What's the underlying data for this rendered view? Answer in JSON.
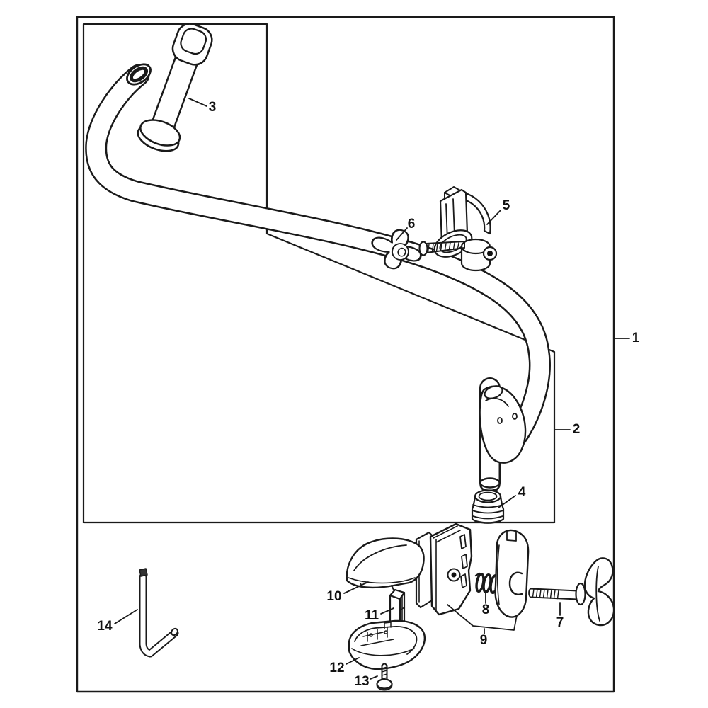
{
  "figure": {
    "background_color": "#ffffff",
    "line_color": "#1a1a1a"
  },
  "callouts": [
    "1",
    "2",
    "3",
    "4",
    "5",
    "6",
    "7",
    "8",
    "9",
    "10",
    "11",
    "12",
    "13",
    "14"
  ]
}
